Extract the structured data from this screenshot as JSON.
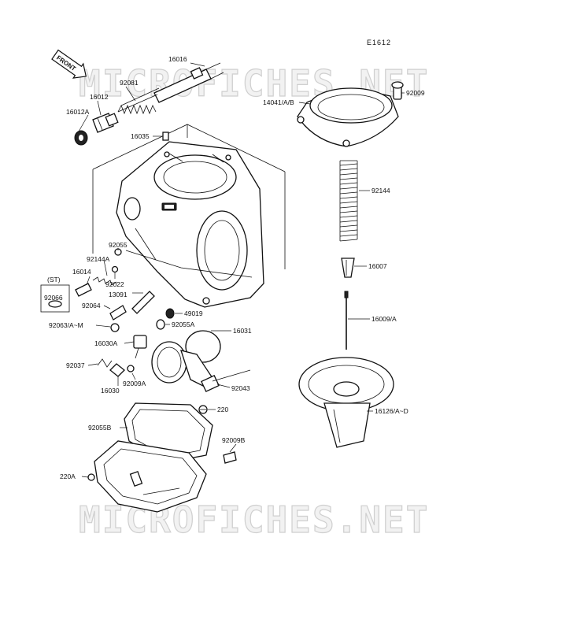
{
  "diagram": {
    "code": "E1612",
    "front_label": "FRONT",
    "watermark": "MICROFICHES.NET",
    "parts": [
      {
        "id": "p16016",
        "label": "16016"
      },
      {
        "id": "p92081",
        "label": "92081"
      },
      {
        "id": "p16012",
        "label": "16012"
      },
      {
        "id": "p16012A",
        "label": "16012A"
      },
      {
        "id": "p16035",
        "label": "16035"
      },
      {
        "id": "p92055",
        "label": "92055"
      },
      {
        "id": "p92144A",
        "label": "92144A"
      },
      {
        "id": "p16014",
        "label": "16014"
      },
      {
        "id": "pST",
        "label": "(ST)"
      },
      {
        "id": "p92066",
        "label": "92066"
      },
      {
        "id": "p92022",
        "label": "92022"
      },
      {
        "id": "p13091",
        "label": "13091"
      },
      {
        "id": "p92064",
        "label": "92064"
      },
      {
        "id": "p49019",
        "label": "49019"
      },
      {
        "id": "p92055A",
        "label": "92055A"
      },
      {
        "id": "p92063",
        "label": "92063/A~M"
      },
      {
        "id": "p16031",
        "label": "16031"
      },
      {
        "id": "p16030A",
        "label": "16030A"
      },
      {
        "id": "p92037",
        "label": "92037"
      },
      {
        "id": "p92009A",
        "label": "92009A"
      },
      {
        "id": "p16030",
        "label": "16030"
      },
      {
        "id": "p92043",
        "label": "92043"
      },
      {
        "id": "p220",
        "label": "220"
      },
      {
        "id": "p92055B",
        "label": "92055B"
      },
      {
        "id": "p92009B",
        "label": "92009B"
      },
      {
        "id": "p220A",
        "label": "220A"
      },
      {
        "id": "p14041",
        "label": "14041/A/B"
      },
      {
        "id": "p92009",
        "label": "92009"
      },
      {
        "id": "p92144",
        "label": "92144"
      },
      {
        "id": "p16007",
        "label": "16007"
      },
      {
        "id": "p16009",
        "label": "16009/A"
      },
      {
        "id": "p16126",
        "label": "16126/A~D"
      }
    ]
  }
}
